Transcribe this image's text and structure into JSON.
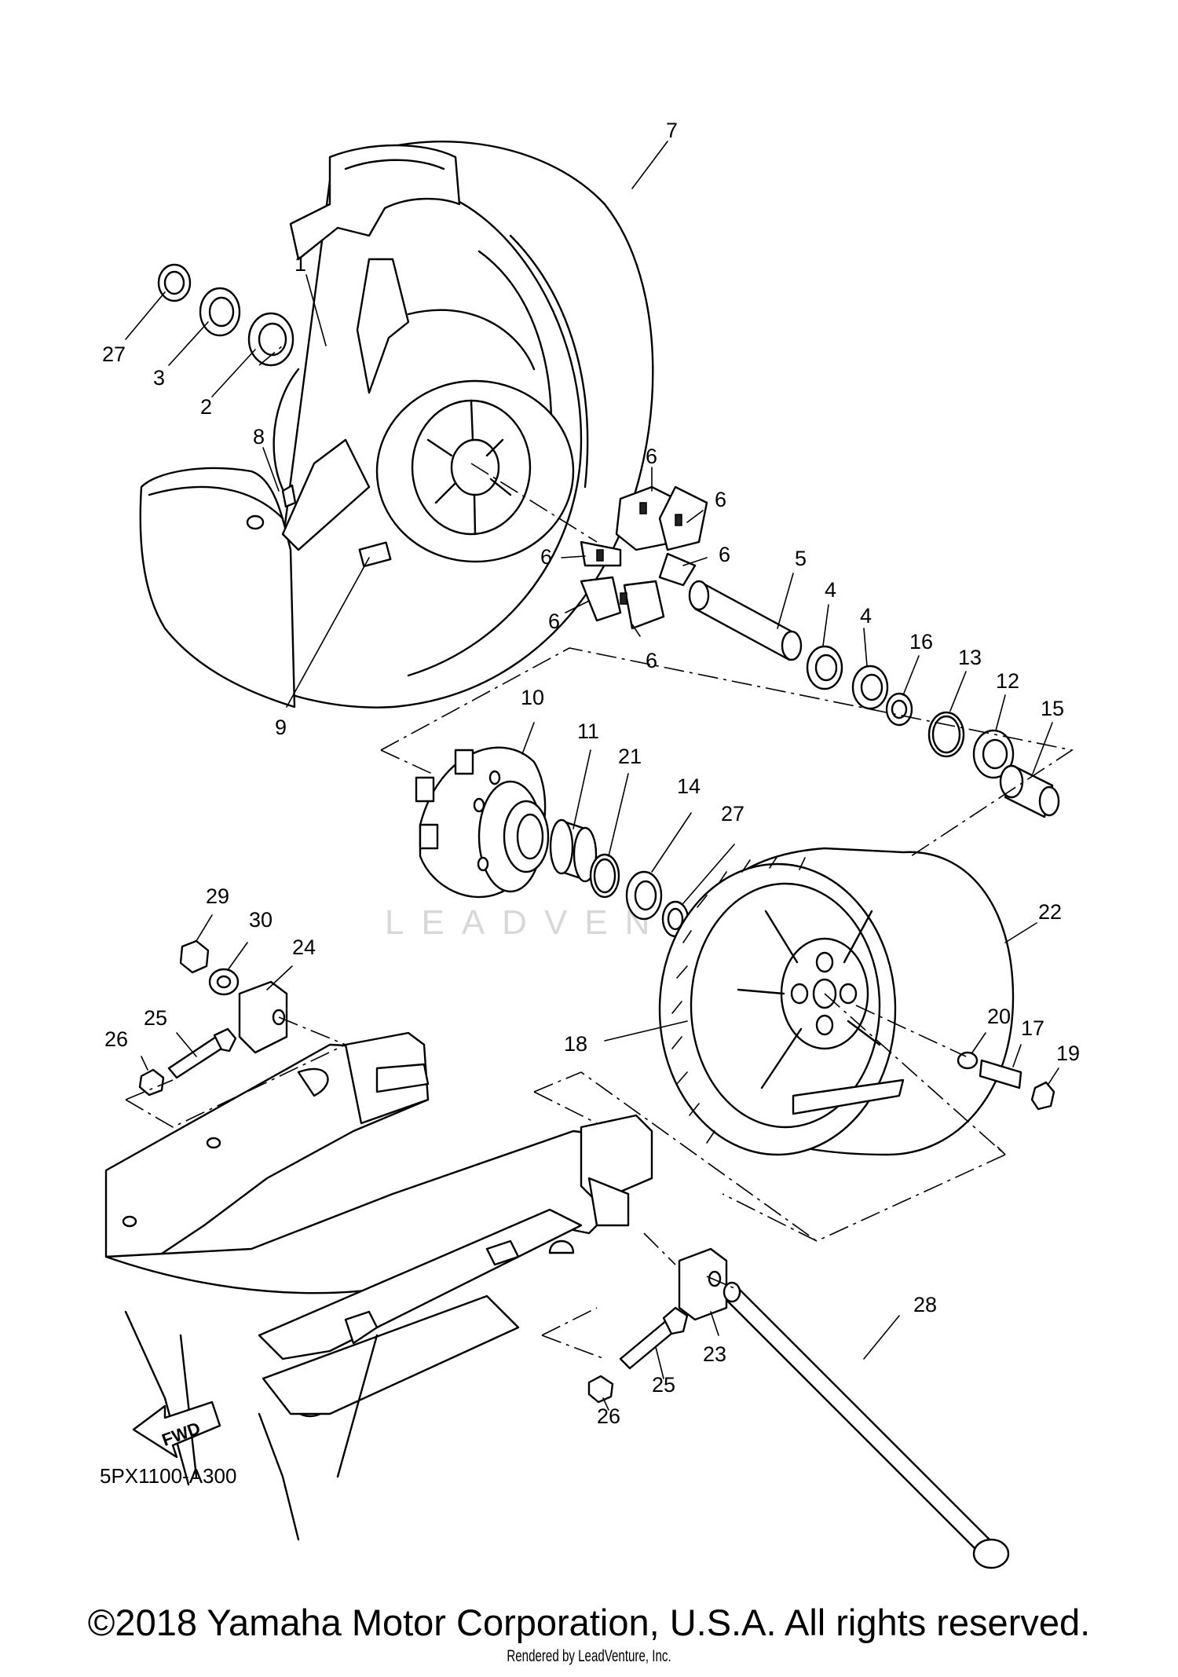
{
  "diagram": {
    "code": "5PX1100-A300",
    "fwd_label": "FWD",
    "watermark": "LEADVENTURE",
    "callouts": [
      "27",
      "3",
      "2",
      "1",
      "7",
      "8",
      "9",
      "6",
      "6",
      "6",
      "6",
      "6",
      "6",
      "5",
      "4",
      "4",
      "16",
      "13",
      "12",
      "15",
      "10",
      "11",
      "21",
      "14",
      "27",
      "22",
      "29",
      "30",
      "24",
      "25",
      "26",
      "18",
      "20",
      "17",
      "19",
      "28",
      "23",
      "25",
      "26"
    ]
  },
  "footer": {
    "copyright": "©2018 Yamaha Motor Corporation, U.S.A. All rights reserved.",
    "rendered_by": "Rendered by LeadVenture, Inc."
  }
}
